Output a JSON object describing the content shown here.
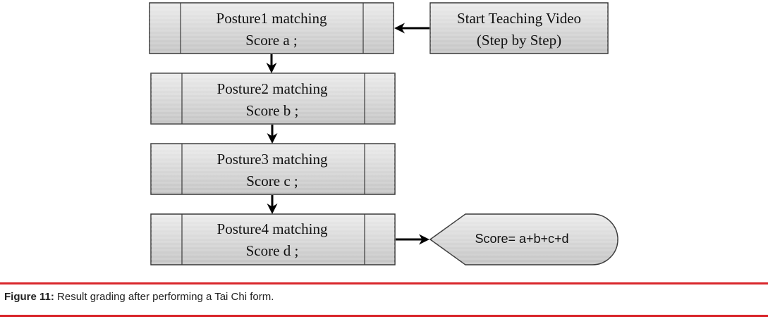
{
  "diagram": {
    "process_boxes": [
      {
        "id": "p1",
        "line1": "Posture1 matching",
        "line2": "Score a ;"
      },
      {
        "id": "p2",
        "line1": "Posture2 matching",
        "line2": "Score b ;"
      },
      {
        "id": "p3",
        "line1": "Posture3 matching",
        "line2": "Score c ;"
      },
      {
        "id": "p4",
        "line1": "Posture4 matching",
        "line2": "Score d ;"
      }
    ],
    "start_box": {
      "line1": "Start Teaching Video",
      "line2": "(Step by Step)"
    },
    "result_display": {
      "text": "Score= a+b+c+d"
    },
    "colors": {
      "box_fill_light": "#ececec",
      "box_fill_dark": "#c4c4c4",
      "box_stroke": "#3a3a3a",
      "arrow": "#000000"
    }
  },
  "caption": {
    "label": "Figure 11:",
    "text": " Result grading after performing a Tai Chi form.",
    "rule_color": "#d9262b"
  }
}
